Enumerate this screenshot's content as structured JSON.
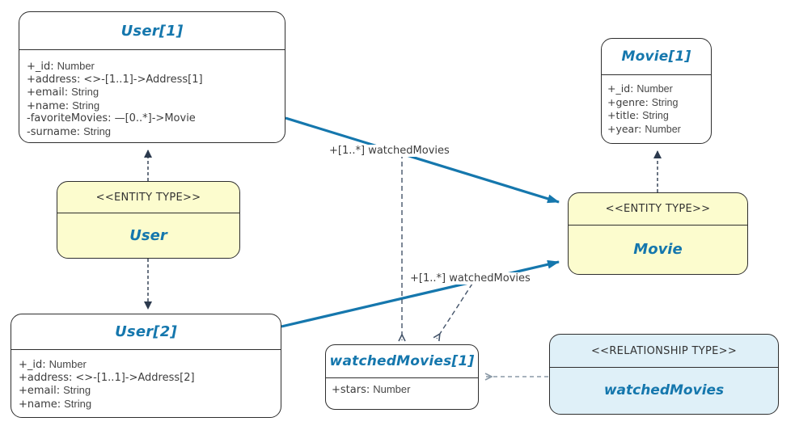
{
  "colors": {
    "accent_blue": "#1577ad",
    "edge_blue": "#1577ad",
    "entity_fill": "#fcfcce",
    "relationship_fill": "#dff0f8",
    "instance_fill": "#ffffff",
    "border_dark": "#2e2e2e",
    "connector_dark": "#2c3a4e",
    "connector_slate": "#44546a",
    "connector_gray": "#8b9aa7",
    "text_dark": "#3d3d3d"
  },
  "nodes": {
    "user1": {
      "title": "User[1]",
      "attrs": [
        {
          "name": "+_id:",
          "type": "Number"
        },
        {
          "name": "+address:",
          "type": "<>-[1..1]->Address[1]"
        },
        {
          "name": "+email:",
          "type": "String"
        },
        {
          "name": "+name:",
          "type": "String"
        },
        {
          "name": "-favoriteMovies:",
          "type": "—[0..*]->Movie"
        },
        {
          "name": "-surname:",
          "type": "String"
        }
      ]
    },
    "movie1": {
      "title": "Movie[1]",
      "attrs": [
        {
          "name": "+_id:",
          "type": "Number"
        },
        {
          "name": "+genre:",
          "type": "String"
        },
        {
          "name": "+title:",
          "type": "String"
        },
        {
          "name": "+year:",
          "type": "Number"
        }
      ]
    },
    "user_entity": {
      "stereotype": "<<ENTITY TYPE>>",
      "name": "User"
    },
    "movie_entity": {
      "stereotype": "<<ENTITY TYPE>>",
      "name": "Movie"
    },
    "user2": {
      "title": "User[2]",
      "attrs": [
        {
          "name": "+_id:",
          "type": "Number"
        },
        {
          "name": "+address:",
          "type": "<>-[1..1]->Address[2]"
        },
        {
          "name": "+email:",
          "type": "String"
        },
        {
          "name": "+name:",
          "type": "String"
        }
      ]
    },
    "watched_movies1": {
      "title": "watchedMovies[1]",
      "attrs": [
        {
          "name": "+stars:",
          "type": "Number"
        }
      ]
    },
    "watched_movies_rel": {
      "stereotype": "<<RELATIONSHIP TYPE>>",
      "name": "watchedMovies"
    }
  },
  "edges": {
    "label1": "+[1..*] watchedMovies",
    "label2": "+[1..*] watchedMovies"
  }
}
